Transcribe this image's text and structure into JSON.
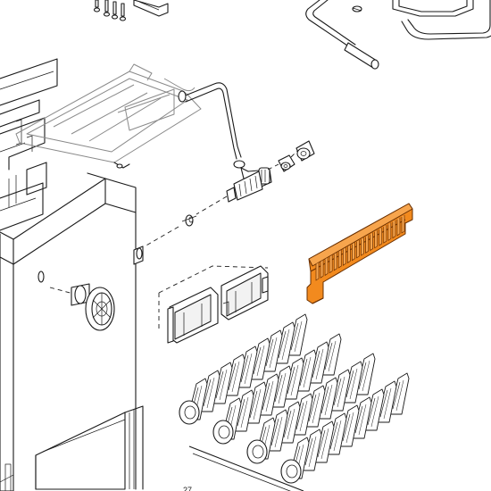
{
  "diagram": {
    "kind": "exploded-parts-view",
    "highlight_color": "#f28a1e",
    "line_color": "#1a1a1a",
    "faded_line_color": "#8a8a8a",
    "background_color": "#ffffff",
    "highlighted_part": "burner-support-bracket",
    "burner_rows": 4,
    "burner_blades_per_row": 9,
    "bracket_fins": 20
  }
}
